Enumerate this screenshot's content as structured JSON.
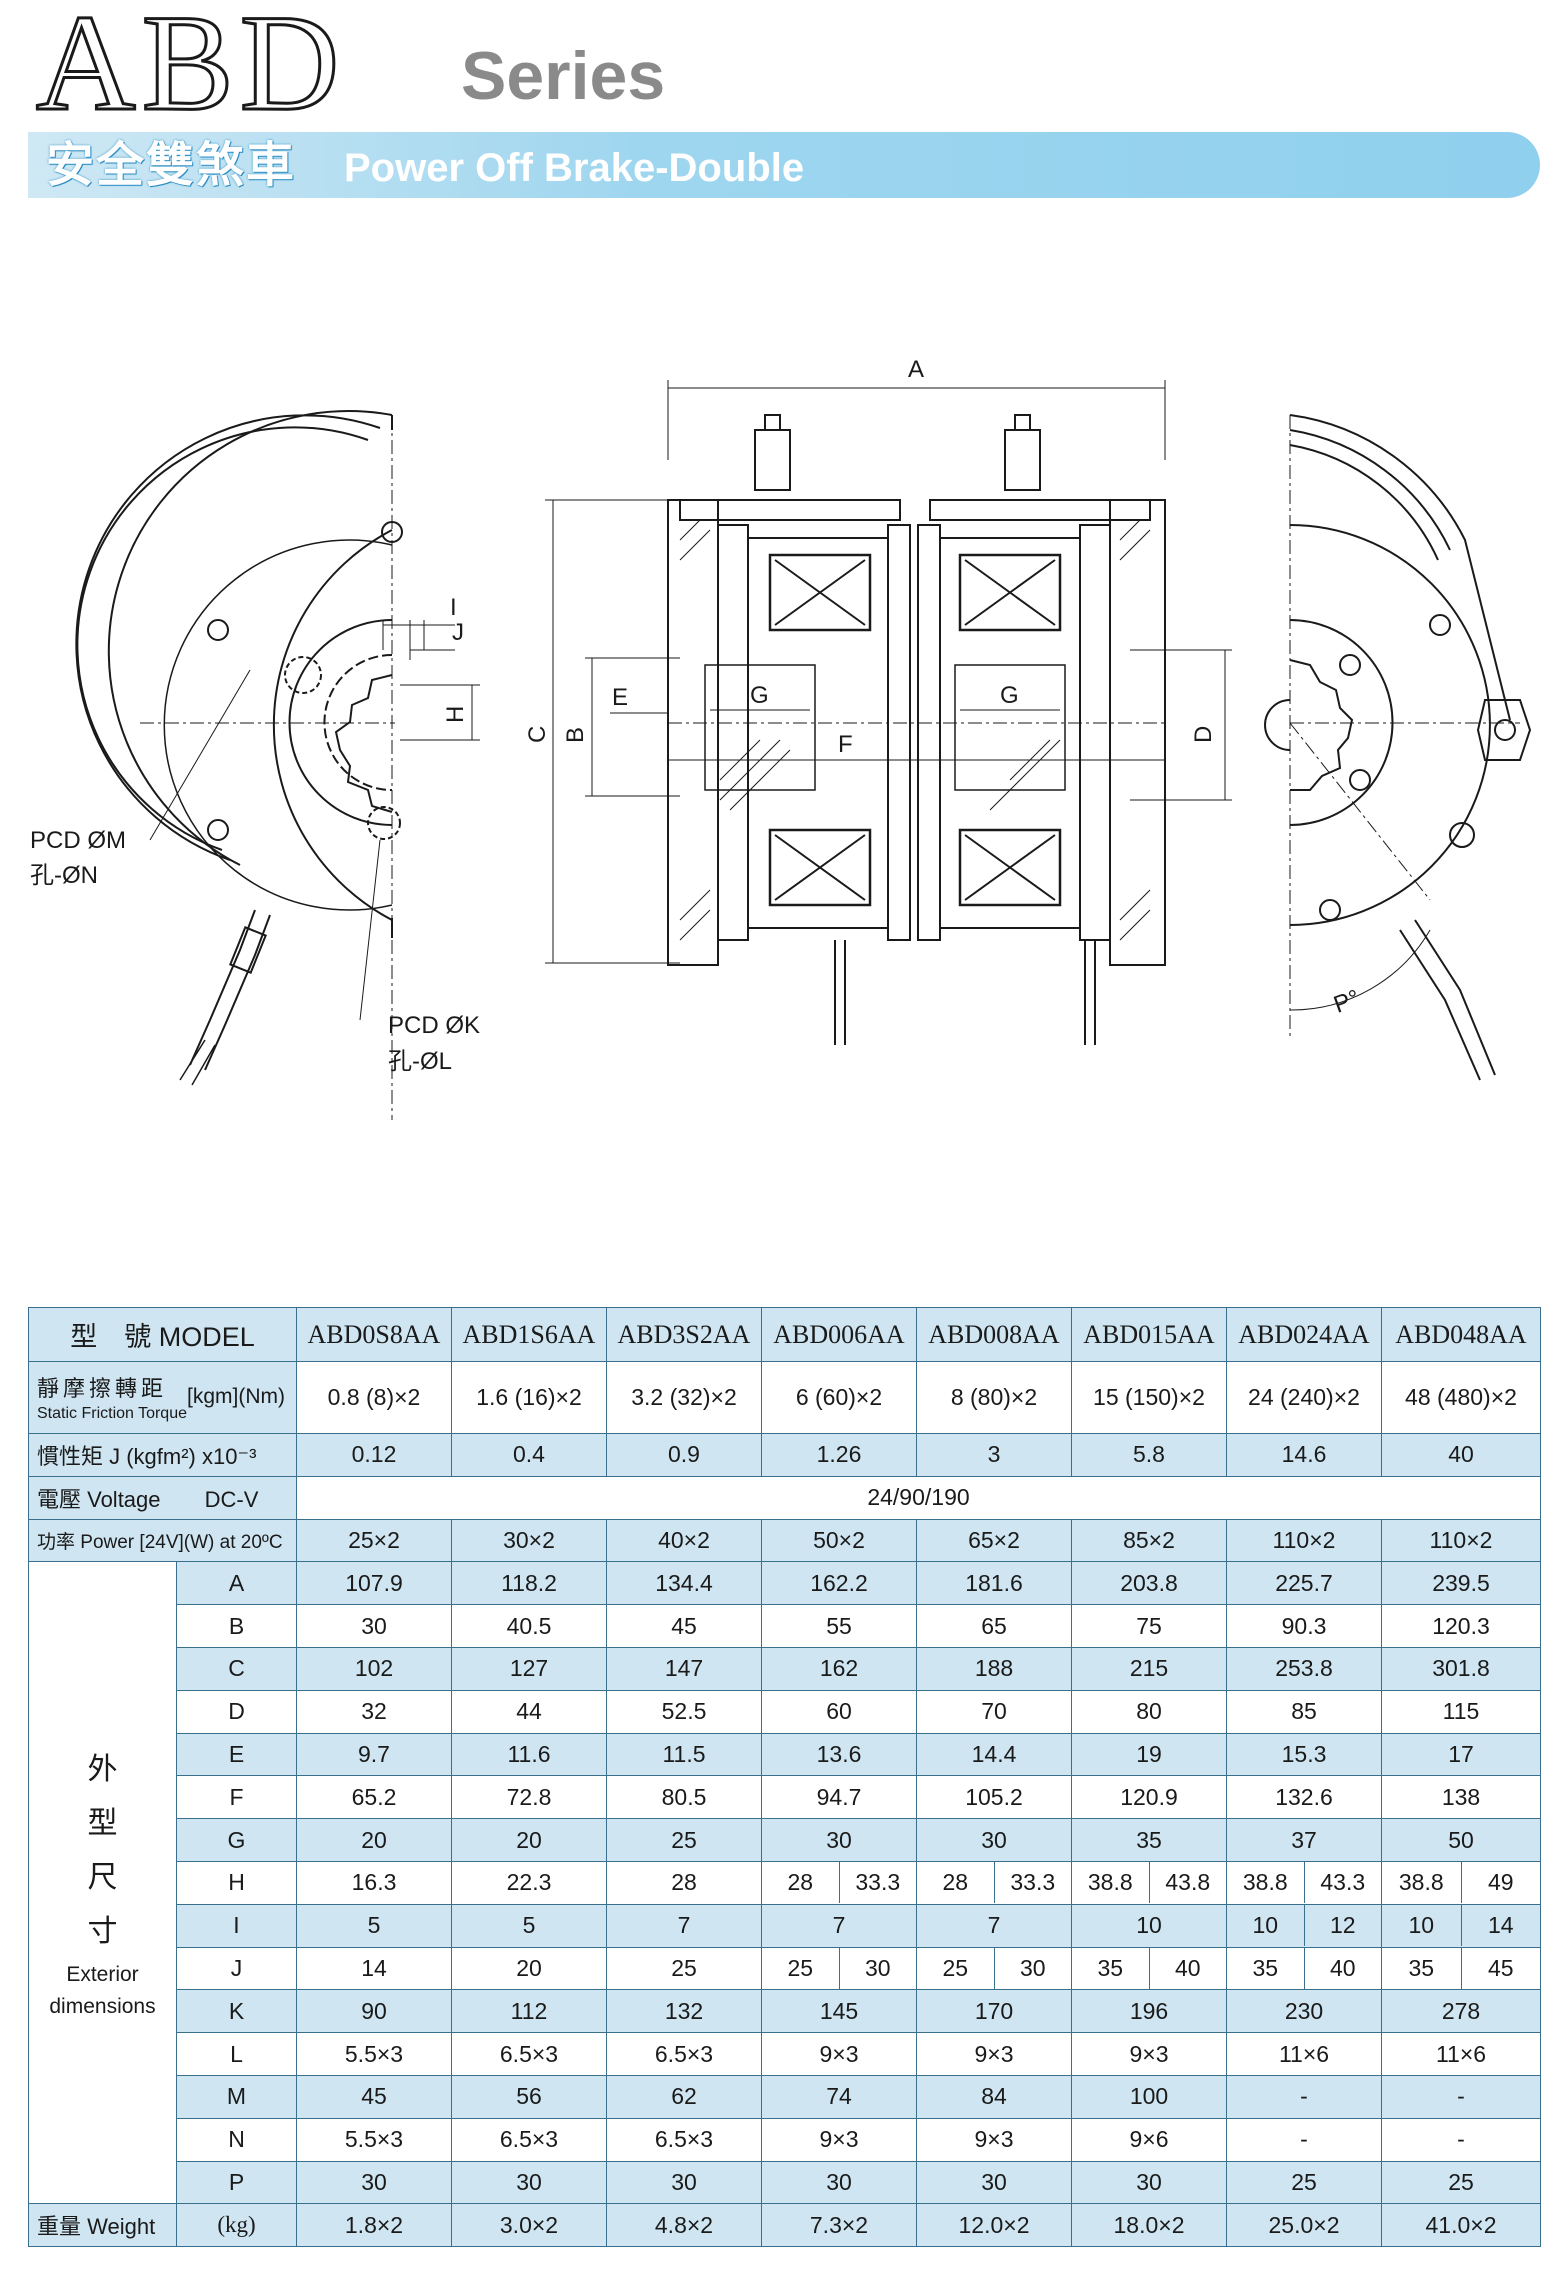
{
  "header": {
    "model_letters": "ABD",
    "series_word": "Series",
    "title_cn": "安全雙煞車",
    "title_en": "Power Off Brake-Double"
  },
  "drawing": {
    "labels": {
      "A": "A",
      "B": "B",
      "C": "C",
      "D": "D",
      "E": "E",
      "F": "F",
      "G": "G",
      "H": "H",
      "I": "I",
      "J": "J",
      "P": "P°",
      "pcd_m": "PCD ØM",
      "hole_n": "孔-ØN",
      "pcd_k": "PCD ØK",
      "hole_l": "孔-ØL"
    }
  },
  "table": {
    "model_header": "型　號 MODEL",
    "models": [
      "ABD0S8AA",
      "ABD1S6AA",
      "ABD3S2AA",
      "ABD006AA",
      "ABD008AA",
      "ABD015AA",
      "ABD024AA",
      "ABD048AA"
    ],
    "torque": {
      "label_cn": "靜摩擦轉距",
      "label_en": "Static Friction Torque",
      "unit": "[kgm](Nm)",
      "values": [
        "0.8 (8)×2",
        "1.6 (16)×2",
        "3.2 (32)×2",
        "6 (60)×2",
        "8 (80)×2",
        "15 (150)×2",
        "24 (240)×2",
        "48 (480)×2"
      ]
    },
    "inertia": {
      "label": "慣性矩 J (kgfm²) x10⁻³",
      "values": [
        "0.12",
        "0.4",
        "0.9",
        "1.26",
        "3",
        "5.8",
        "14.6",
        "40"
      ]
    },
    "voltage": {
      "label_cn": "電壓 Voltage",
      "label_unit": "DC-V",
      "value": "24/90/190"
    },
    "power": {
      "label": "功率 Power  [24V](W) at 20ºC",
      "values": [
        "25×2",
        "30×2",
        "40×2",
        "50×2",
        "65×2",
        "85×2",
        "110×2",
        "110×2"
      ]
    },
    "dims_label_cn": [
      "外",
      "型",
      "尺",
      "寸"
    ],
    "dims_label_en": [
      "Exterior",
      "dimensions"
    ],
    "dims": [
      {
        "key": "A",
        "values": [
          "107.9",
          "118.2",
          "134.4",
          "162.2",
          "181.6",
          "203.8",
          "225.7",
          "239.5"
        ]
      },
      {
        "key": "B",
        "values": [
          "30",
          "40.5",
          "45",
          "55",
          "65",
          "75",
          "90.3",
          "120.3"
        ]
      },
      {
        "key": "C",
        "values": [
          "102",
          "127",
          "147",
          "162",
          "188",
          "215",
          "253.8",
          "301.8"
        ]
      },
      {
        "key": "D",
        "values": [
          "32",
          "44",
          "52.5",
          "60",
          "70",
          "80",
          "85",
          "115"
        ]
      },
      {
        "key": "E",
        "values": [
          "9.7",
          "11.6",
          "11.5",
          "13.6",
          "14.4",
          "19",
          "15.3",
          "17"
        ]
      },
      {
        "key": "F",
        "values": [
          "65.2",
          "72.8",
          "80.5",
          "94.7",
          "105.2",
          "120.9",
          "132.6",
          "138"
        ]
      },
      {
        "key": "G",
        "values": [
          "20",
          "20",
          "25",
          "30",
          "30",
          "35",
          "37",
          "50"
        ]
      },
      {
        "key": "H",
        "values": [
          [
            "16.3"
          ],
          [
            "22.3"
          ],
          [
            "28"
          ],
          [
            "28",
            "33.3"
          ],
          [
            "28",
            "33.3"
          ],
          [
            "38.8",
            "43.8"
          ],
          [
            "38.8",
            "43.3"
          ],
          [
            "38.8",
            "49"
          ]
        ]
      },
      {
        "key": "I",
        "values": [
          [
            "5"
          ],
          [
            "5"
          ],
          [
            "7"
          ],
          [
            "7"
          ],
          [
            "7"
          ],
          [
            "10"
          ],
          [
            "10",
            "12"
          ],
          [
            "10",
            "14"
          ]
        ]
      },
      {
        "key": "J",
        "values": [
          [
            "14"
          ],
          [
            "20"
          ],
          [
            "25"
          ],
          [
            "25",
            "30"
          ],
          [
            "25",
            "30"
          ],
          [
            "35",
            "40"
          ],
          [
            "35",
            "40"
          ],
          [
            "35",
            "45"
          ]
        ]
      },
      {
        "key": "K",
        "values": [
          "90",
          "112",
          "132",
          "145",
          "170",
          "196",
          "230",
          "278"
        ]
      },
      {
        "key": "L",
        "values": [
          "5.5×3",
          "6.5×3",
          "6.5×3",
          "9×3",
          "9×3",
          "9×3",
          "11×6",
          "11×6"
        ]
      },
      {
        "key": "M",
        "values": [
          "45",
          "56",
          "62",
          "74",
          "84",
          "100",
          "-",
          "-"
        ]
      },
      {
        "key": "N",
        "values": [
          "5.5×3",
          "6.5×3",
          "6.5×3",
          "9×3",
          "9×3",
          "9×6",
          "-",
          "-"
        ]
      },
      {
        "key": "P",
        "values": [
          "30",
          "30",
          "30",
          "30",
          "30",
          "30",
          "25",
          "25"
        ]
      }
    ],
    "weight": {
      "label": "重量 Weight",
      "unit": "(kg)",
      "values": [
        "1.8×2",
        "3.0×2",
        "4.8×2",
        "7.3×2",
        "12.0×2",
        "18.0×2",
        "25.0×2",
        "41.0×2"
      ]
    }
  }
}
